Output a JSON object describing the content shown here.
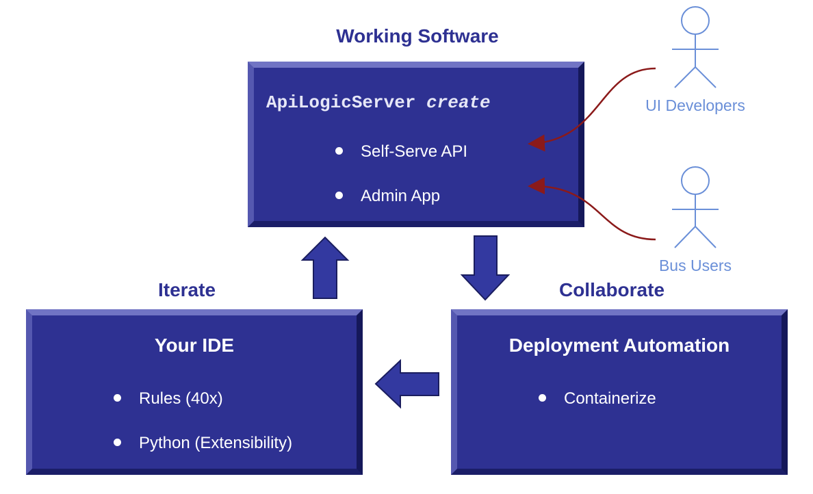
{
  "top": {
    "heading": "Working Software",
    "command": "ApiLogicServer",
    "command_arg": "create",
    "bullets": [
      "Self-Serve API",
      "Admin App"
    ]
  },
  "left": {
    "heading": "Iterate",
    "title": "Your IDE",
    "bullets": [
      "Rules (40x)",
      "Python (Extensibility)"
    ]
  },
  "right": {
    "heading": "Collaborate",
    "title": "Deployment Automation",
    "bullets": [
      "Containerize"
    ]
  },
  "actors": [
    {
      "label": "UI Developers",
      "icon": "stick-figure-icon"
    },
    {
      "label": "Bus Users",
      "icon": "stick-figure-icon"
    }
  ],
  "colors": {
    "box": "#2e3192",
    "heading": "#2e3192",
    "actor": "#6a8fd8",
    "connector": "#8b1a1a"
  }
}
